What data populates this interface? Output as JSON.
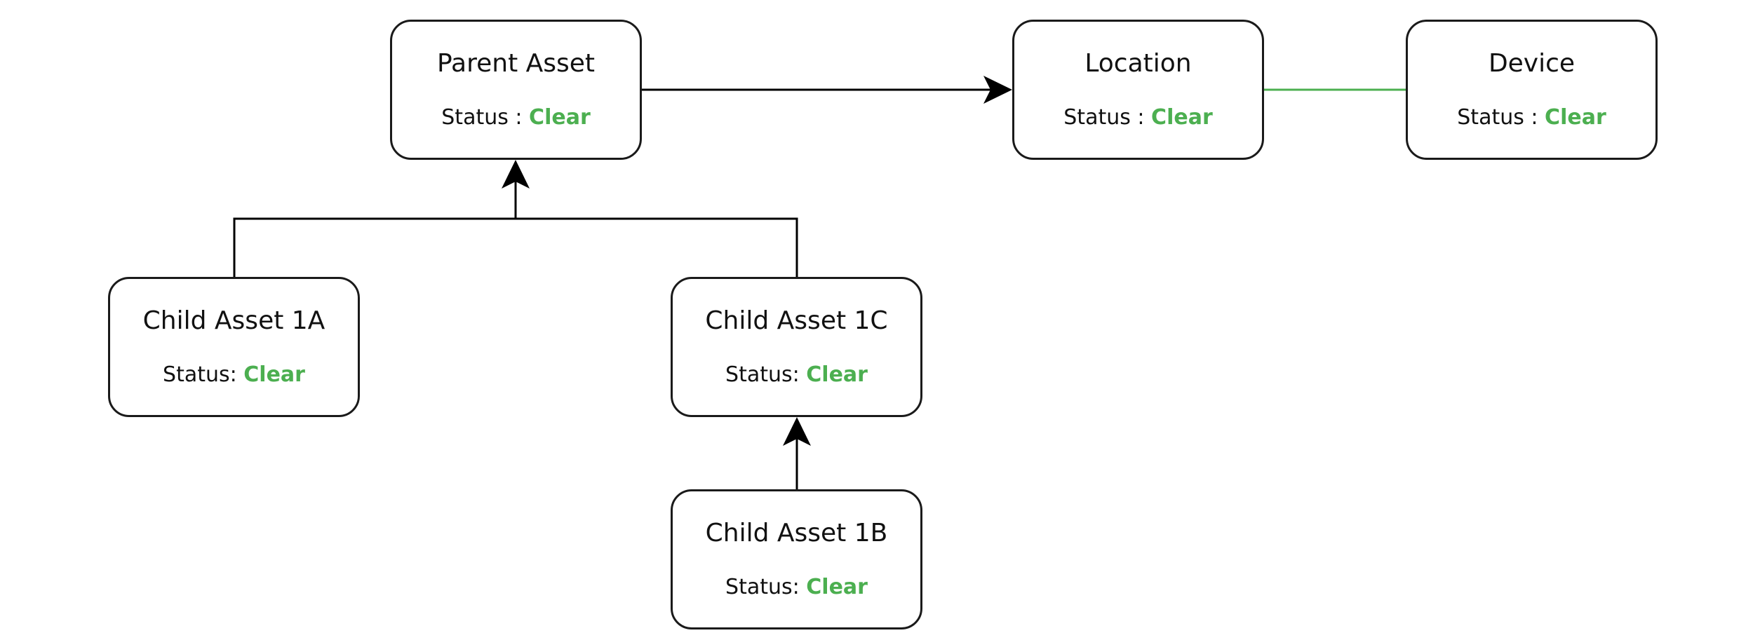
{
  "colors": {
    "node_border": "#1a1a1a",
    "status_clear": "#4caf50",
    "link_default": "#000000",
    "link_device": "#4caf50"
  },
  "nodes": {
    "parent": {
      "title": "Parent Asset",
      "status_label": "Status : ",
      "status_value": "Clear"
    },
    "location": {
      "title": "Location",
      "status_label": "Status : ",
      "status_value": "Clear"
    },
    "device": {
      "title": "Device",
      "status_label": "Status : ",
      "status_value": "Clear"
    },
    "child_1a": {
      "title": "Child Asset 1A",
      "status_label": "Status: ",
      "status_value": "Clear"
    },
    "child_1c": {
      "title": "Child Asset 1C",
      "status_label": "Status: ",
      "status_value": "Clear"
    },
    "child_1b": {
      "title": "Child Asset 1B",
      "status_label": "Status: ",
      "status_value": "Clear"
    }
  },
  "links": [
    {
      "from": "parent",
      "to": "location",
      "color": "#000000"
    },
    {
      "from": "device",
      "to": "location",
      "color": "#4caf50"
    },
    {
      "from": "child_1a",
      "to": "parent",
      "color": "#000000"
    },
    {
      "from": "child_1c",
      "to": "parent",
      "color": "#000000"
    },
    {
      "from": "child_1b",
      "to": "child_1c",
      "color": "#000000"
    }
  ]
}
